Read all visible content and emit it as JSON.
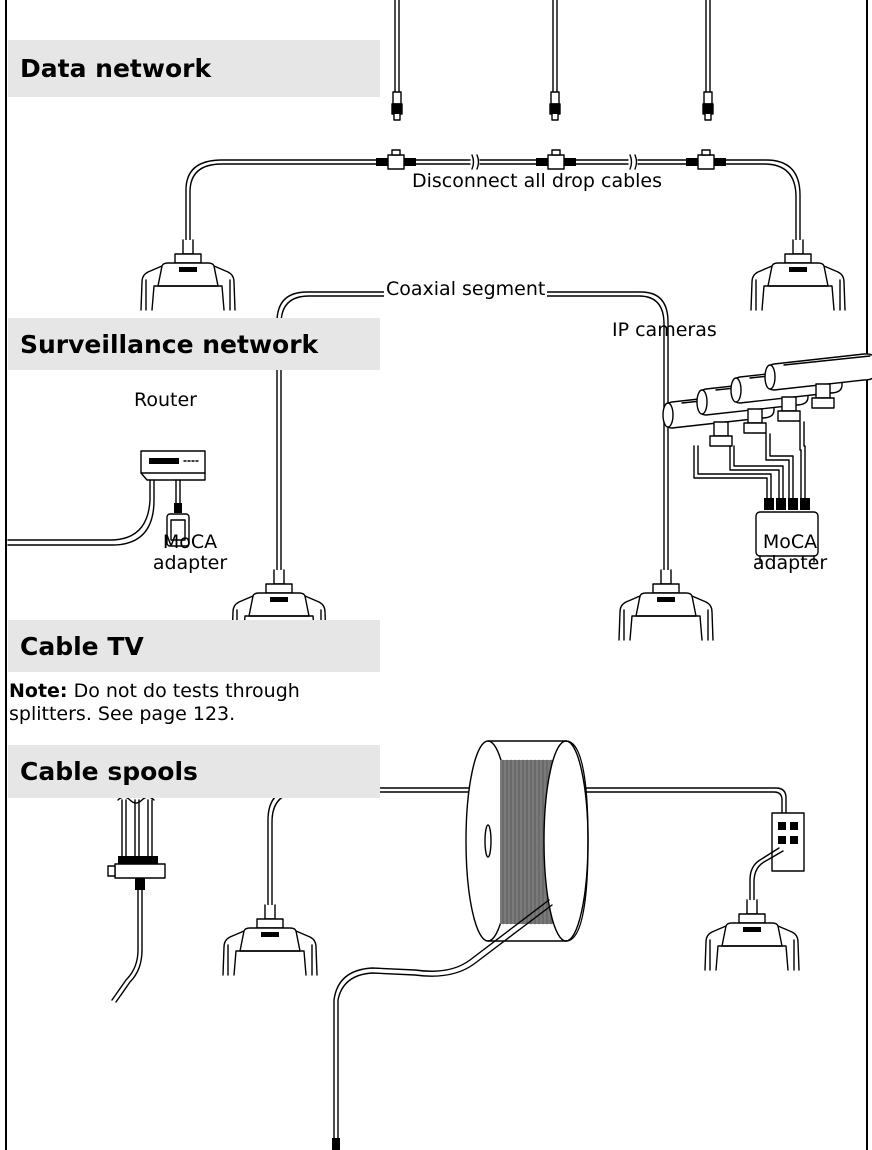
{
  "sections": {
    "data_network": "Data network",
    "surveillance_network": "Surveillance network",
    "cable_tv": "Cable TV",
    "cable_spools": "Cable spools"
  },
  "labels": {
    "disconnect": "Disconnect all drop cables",
    "ip_cameras": "IP cameras",
    "router": "Router",
    "coaxial_segment": "Coaxial segment",
    "moca_left_line1": "MoCA",
    "moca_left_line2": "adapter",
    "moca_right_line1": "MoCA",
    "moca_right_line2": "adapter"
  },
  "note": {
    "prefix": "Note:",
    "text_line1": " Do not do tests through",
    "text_line2": "splitters. See page 123."
  }
}
